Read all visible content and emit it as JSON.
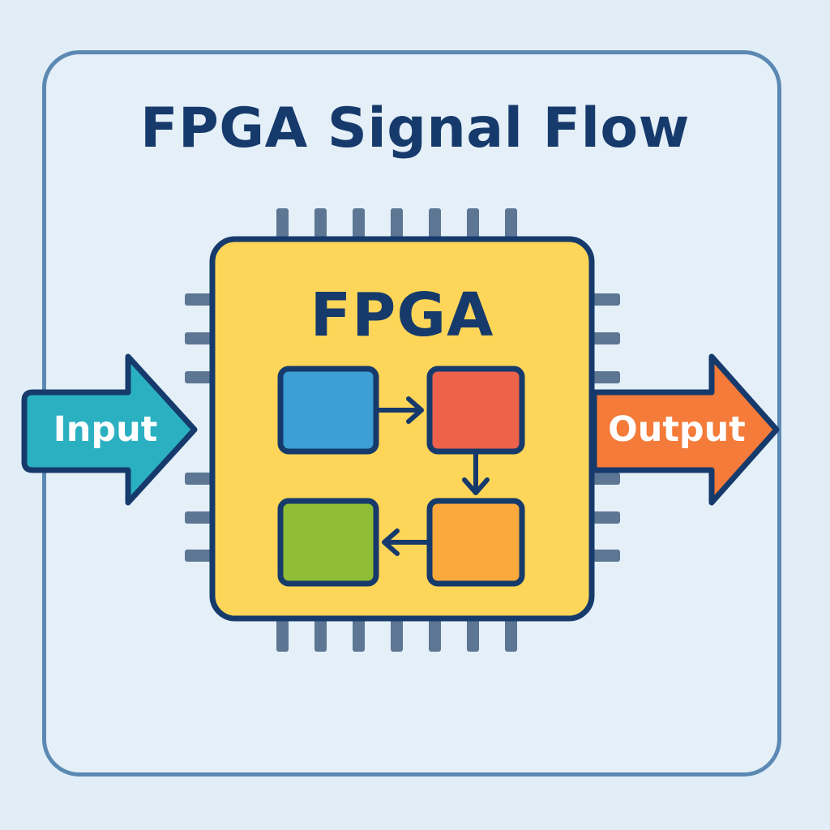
{
  "title": "FPGA Signal Flow",
  "chip": {
    "label": "FPGA",
    "color": "#fdd659",
    "outline": "#163a6b",
    "pin_color": "#5c7693"
  },
  "input": {
    "label": "Input",
    "color": "#2bb0c2"
  },
  "output": {
    "label": "Output",
    "color": "#f47b3a"
  },
  "blocks": [
    {
      "name": "block-blue",
      "color": "#3d9fd6"
    },
    {
      "name": "block-red",
      "color": "#ec624a"
    },
    {
      "name": "block-orange",
      "color": "#fba93a"
    },
    {
      "name": "block-green",
      "color": "#8fbd35"
    }
  ],
  "flow": [
    "block-blue -> block-red",
    "block-red -> block-orange",
    "block-orange -> block-green"
  ]
}
